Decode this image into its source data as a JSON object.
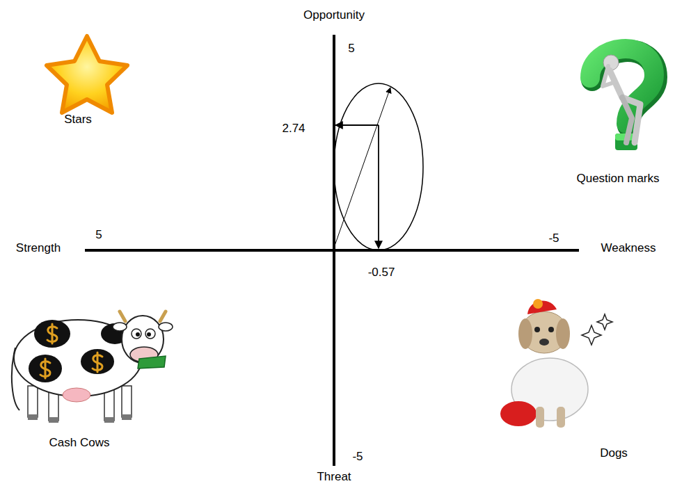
{
  "diagram": {
    "labels": [
      "Opportunity",
      "5",
      "Stars",
      "2.74",
      "Question marks",
      "5",
      "Strength",
      "-5",
      "Weakness",
      "-0.57",
      "Cash Cows",
      "Dogs",
      "-5",
      "Threat"
    ]
  }
}
